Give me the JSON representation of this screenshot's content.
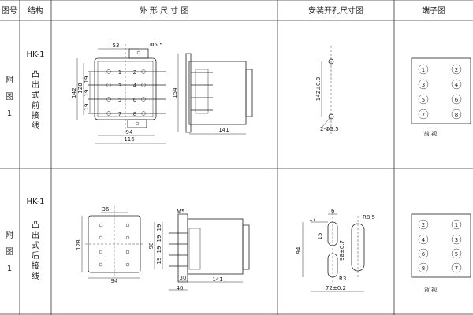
{
  "header": {
    "col_fig_no": "图号",
    "col_structure": "结构",
    "col_outline": "外 形 尺 寸 图",
    "col_mounting": "安装开孔尺寸图",
    "col_terminal": "端子图"
  },
  "rows": [
    {
      "fig_chars": [
        "附",
        "图",
        "1"
      ],
      "model": "HK-1",
      "structure_chars": [
        "凸",
        "出",
        "式",
        "前",
        "接",
        "线"
      ],
      "outline": {
        "top": "53",
        "hole": "Φ5.5",
        "w1": "94",
        "w2": "116",
        "h1": "142",
        "h2": "128",
        "p1": "19",
        "p2": "19",
        "p3": "19",
        "side_h": "154",
        "side_w": "141"
      },
      "mounting": {
        "h": "142±0.8",
        "hole": "2-Φ5.5"
      },
      "terminal": {
        "labels": [
          "1",
          "2",
          "3",
          "4",
          "5",
          "6",
          "7",
          "8"
        ],
        "caption": "前 视"
      },
      "contacts": [
        "1",
        "2",
        "3",
        "4",
        "5",
        "6",
        "7",
        "8"
      ]
    },
    {
      "fig_chars": [
        "附",
        "图",
        "1"
      ],
      "model": "HK-1",
      "structure_chars": [
        "凸",
        "出",
        "式",
        "后",
        "接",
        "线"
      ],
      "outline": {
        "top": "36",
        "w": "94",
        "h": "128",
        "screw": "M5",
        "h2": "98",
        "p1": "19",
        "p2": "19",
        "p3": "19",
        "p4": "19",
        "d1": "30",
        "d2": "40",
        "side_w": "141"
      },
      "mounting": {
        "a": "17",
        "b": "6",
        "c": "15",
        "r1": "R8.5",
        "h": "94",
        "d": "98±0.7",
        "r2": "R3",
        "w": "72±0.2"
      },
      "terminal": {
        "labels": [
          "2",
          "1",
          "4",
          "3",
          "6",
          "5",
          "8",
          "7"
        ],
        "caption": "背 视"
      }
    }
  ]
}
